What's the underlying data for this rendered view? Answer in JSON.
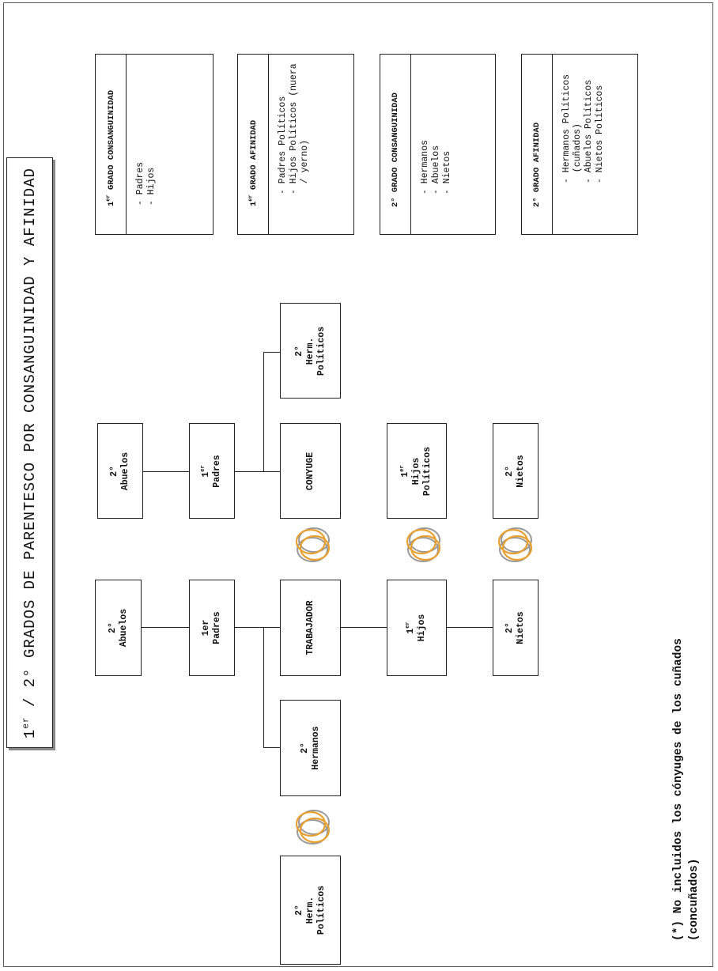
{
  "title": {
    "sup": "er",
    "prefix": "1",
    "text": " / 2° GRADOS DE PARENTESCO POR CONSANGUINIDAD Y AFINIDAD"
  },
  "legend": [
    {
      "sup": "er",
      "prefix": "1",
      "title": " GRADO CONSANGUINIDAD",
      "items": [
        "- Padres",
        "- Hijos"
      ]
    },
    {
      "sup": "er",
      "prefix": "1",
      "title": " GRADO AFINIDAD",
      "items": [
        "- Padres Políticos",
        "- Hijos Políticos (nuera",
        "  / yerno)"
      ]
    },
    {
      "sup": "",
      "prefix": "",
      "title": "2° GRADO CONSANGUINIDAD",
      "items": [
        "- Hermanos",
        "- Abuelos",
        "- Nietos"
      ]
    },
    {
      "sup": "",
      "prefix": "",
      "title": "2° GRADO AFINIDAD",
      "items": [
        "- Hermanos Políticos",
        "  (cuñados)",
        "- Abuelos Políticos",
        "- Nietos Políticos"
      ]
    }
  ],
  "nodes": {
    "abuelos_pol": {
      "l1": "2°",
      "l2": "Abuelos"
    },
    "padres_pol": {
      "l1": "1",
      "sup": "er",
      "l2": "Padres"
    },
    "conyuge": {
      "l1": "CONYUGE"
    },
    "herm_pol_top": {
      "l1": "2°",
      "l2": "Herm.",
      "l3": "Políticos"
    },
    "hijos_pol": {
      "l1": "1",
      "sup": "er",
      "l2": "Hijos",
      "l3": "Políticos"
    },
    "nietos_pol": {
      "l1": "2°",
      "l2": "Nietos"
    },
    "abuelos": {
      "l1": "2°",
      "l2": "Abuelos"
    },
    "padres": {
      "l1": "1er",
      "l2": "Padres"
    },
    "trabajador": {
      "l1": "TRABAJADOR"
    },
    "hijos": {
      "l1": "1",
      "sup": "er",
      "l2": "Hijos"
    },
    "nietos": {
      "l1": "2°",
      "l2": "Nietos"
    },
    "hermanos": {
      "l1": "2°",
      "l2": "Hermanos"
    },
    "herm_pol_bottom": {
      "l1": "2°",
      "l2": "Herm.",
      "l3": "Políticos"
    }
  },
  "note": {
    "line1": "(*) No incluidos los cónyuges de los cuñados",
    "line2": "(concuñados)"
  },
  "colors": {
    "ring_orange": "#E8A030",
    "ring_gray": "#999999"
  }
}
